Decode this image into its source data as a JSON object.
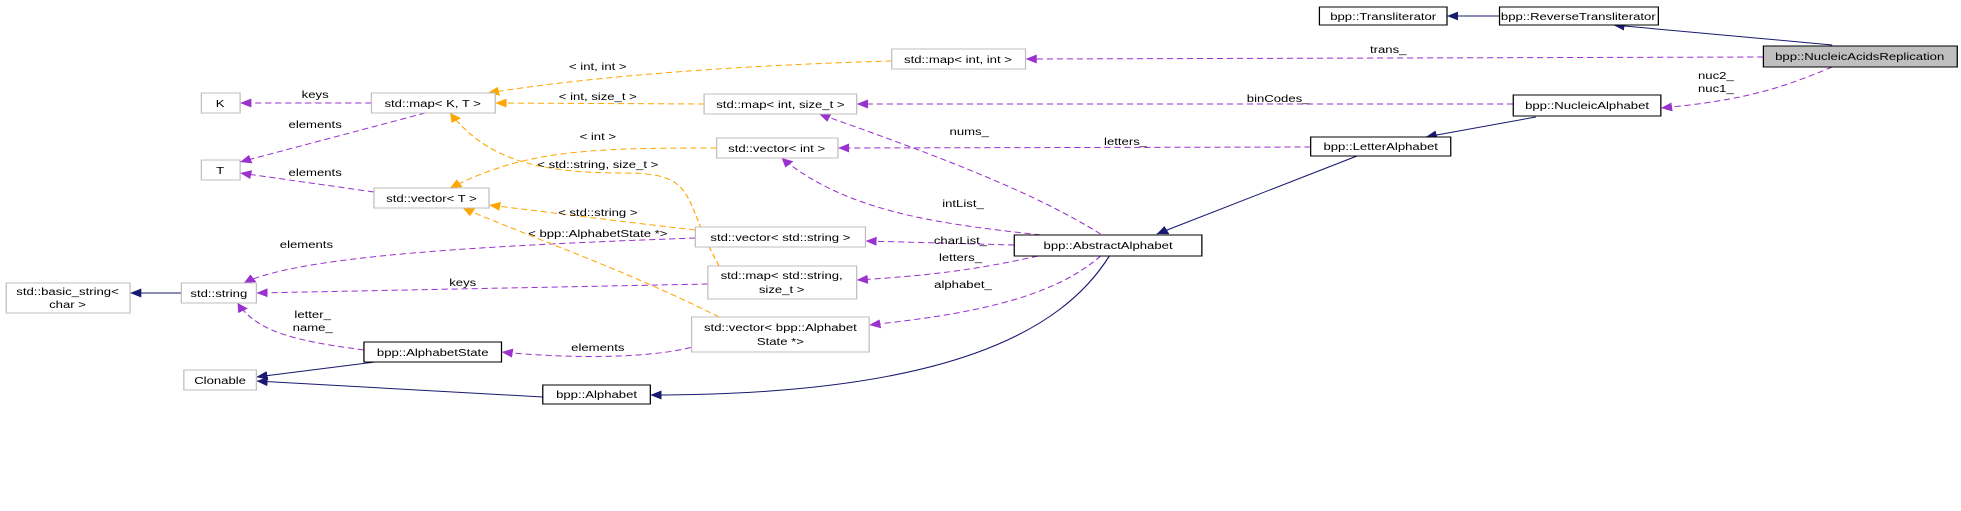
{
  "nodes": {
    "transliterator": "bpp::Transliterator",
    "reverse_transliterator": "bpp::ReverseTransliterator",
    "nucleic_acids_replication": "bpp::NucleicAcidsReplication",
    "map_int_int": "std::map< int, int >",
    "k": "K",
    "map_k_t": "std::map< K, T >",
    "map_int_size_t": "std::map< int, size_t >",
    "nucleic_alphabet": "bpp::NucleicAlphabet",
    "t": "T",
    "vector_int": "std::vector< int >",
    "letter_alphabet": "bpp::LetterAlphabet",
    "vector_t": "std::vector< T >",
    "vector_string": "std::vector< std::string >",
    "abstract_alphabet": "bpp::AbstractAlphabet",
    "basic_string_line1": "std::basic_string<",
    "basic_string_line2": "char >",
    "string": "std::string",
    "map_string_size_t_line1": "std::map< std::string,",
    "map_string_size_t_line2": "size_t >",
    "vector_alphabet_state_line1": "std::vector< bpp::Alphabet",
    "vector_alphabet_state_line2": "State *>",
    "alphabet_state": "bpp::AlphabetState",
    "clonable": "Clonable",
    "alphabet": "bpp::Alphabet"
  },
  "edge_labels": {
    "trans": "trans_",
    "nuc2": "nuc2_",
    "nuc1": "nuc1_",
    "bin_codes": "binCodes_",
    "letters_vec": "letters_",
    "nums": "nums_",
    "int_list": "intList_",
    "char_list": "charList_",
    "letters_map": "letters_",
    "alphabet": "alphabet_",
    "letter": "letter_",
    "name": "name_",
    "elements_state": "elements",
    "keys_string": "keys",
    "elements_string": "elements",
    "elements_vector_t": "elements",
    "elements_map_t": "elements",
    "keys_k": "keys",
    "tpl_int_int": "< int, int >",
    "tpl_int_size_t": "< int, size_t >",
    "tpl_string_size_t": "< std::string, size_t >",
    "tpl_int": "< int >",
    "tpl_string": "< std::string >",
    "tpl_alphabet_state": "< bpp::AlphabetState *>"
  },
  "colors": {
    "inheritance": "#191970",
    "usage": "#9a32cd",
    "template": "#ffa500",
    "current_node_fill": "#bfbfbf"
  }
}
